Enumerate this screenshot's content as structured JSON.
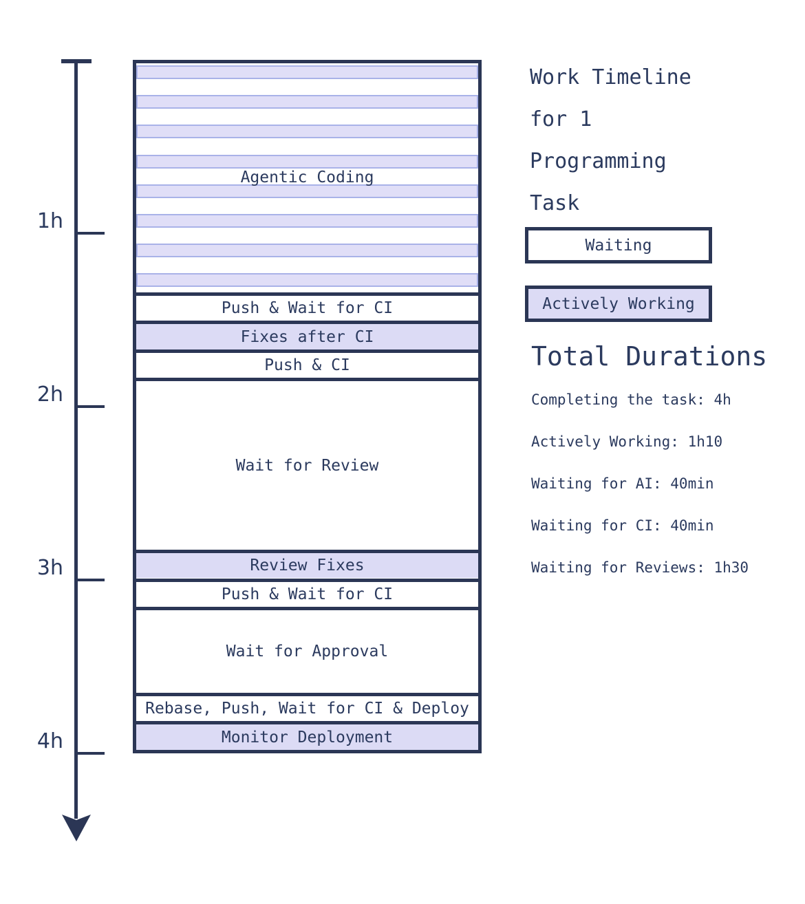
{
  "title": {
    "lines": [
      "Work Timeline",
      "for 1",
      "Programming",
      "Task"
    ]
  },
  "legend": [
    {
      "label": "Waiting",
      "type": "waiting"
    },
    {
      "label": "Actively Working",
      "type": "working"
    }
  ],
  "totals": {
    "heading": "Total Durations",
    "items": [
      "Completing the task: 4h",
      "Actively Working: 1h10",
      "Waiting for AI: 40min",
      "Waiting for CI: 40min",
      "Waiting for Reviews: 1h30"
    ]
  },
  "axis": {
    "unit": "hours",
    "ticks": [
      "1h",
      "2h",
      "3h",
      "4h"
    ],
    "direction": "down"
  },
  "colors": {
    "ink": "#2b3655",
    "text": "#2b3a5e",
    "actively_working_fill": "#dcdbf5",
    "stripe_fill": "#e0def7",
    "stripe_border": "#a9b2e8",
    "waiting_fill": "#ffffff",
    "background": "#ffffff"
  },
  "chart_data": {
    "type": "timeline",
    "title": "Work Timeline for 1 Programming Task",
    "time_axis": {
      "unit": "minutes",
      "range": [
        0,
        240
      ],
      "tick_labels": [
        "1h",
        "2h",
        "3h",
        "4h"
      ],
      "tick_minutes": [
        60,
        120,
        180,
        240
      ]
    },
    "sections": [
      {
        "label": "Agentic Coding",
        "start_min": 0,
        "end_min": 80,
        "category": "agentic-striped",
        "pattern_stripes": 8
      },
      {
        "label": "Push & Wait for CI",
        "start_min": 80,
        "end_min": 90,
        "category": "waiting"
      },
      {
        "label": "Fixes after CI",
        "start_min": 90,
        "end_min": 100,
        "category": "working"
      },
      {
        "label": "Push & CI",
        "start_min": 100,
        "end_min": 110,
        "category": "waiting"
      },
      {
        "label": "Wait for Review",
        "start_min": 110,
        "end_min": 170,
        "category": "waiting"
      },
      {
        "label": "Review Fixes",
        "start_min": 170,
        "end_min": 180,
        "category": "working"
      },
      {
        "label": "Push & Wait for CI",
        "start_min": 180,
        "end_min": 190,
        "category": "waiting"
      },
      {
        "label": "Wait for Approval",
        "start_min": 190,
        "end_min": 220,
        "category": "waiting"
      },
      {
        "label": "Rebase, Push, Wait for CI & Deploy",
        "start_min": 220,
        "end_min": 230,
        "category": "waiting"
      },
      {
        "label": "Monitor Deployment",
        "start_min": 230,
        "end_min": 240,
        "category": "working"
      }
    ]
  }
}
